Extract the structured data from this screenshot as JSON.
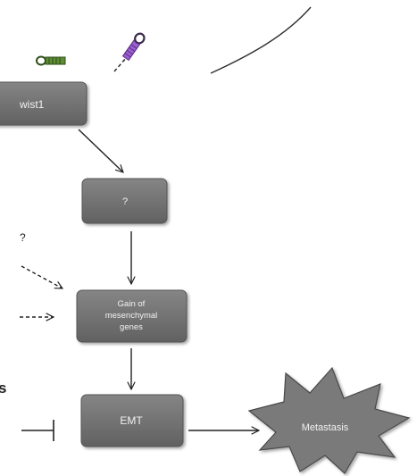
{
  "nodes": {
    "twist1": "wist1",
    "unknown": "?",
    "gain": [
      "Gain of",
      "mesenchymal",
      "genes"
    ],
    "emt": "EMT",
    "metastasis": "Metastasis"
  },
  "fragments": {
    "left_question": "?",
    "left_s": "s"
  },
  "colors": {
    "box_fill": "#737373",
    "box_stroke": "#5a5a5a",
    "star_fill": "#7a7a7a",
    "line": "#222222",
    "hairpin_green": "#4f7d2e",
    "hairpin_purple": "#8a4fc0"
  },
  "icons": [
    "shrna-hairpin-green-icon",
    "shrna-hairpin-purple-icon"
  ]
}
